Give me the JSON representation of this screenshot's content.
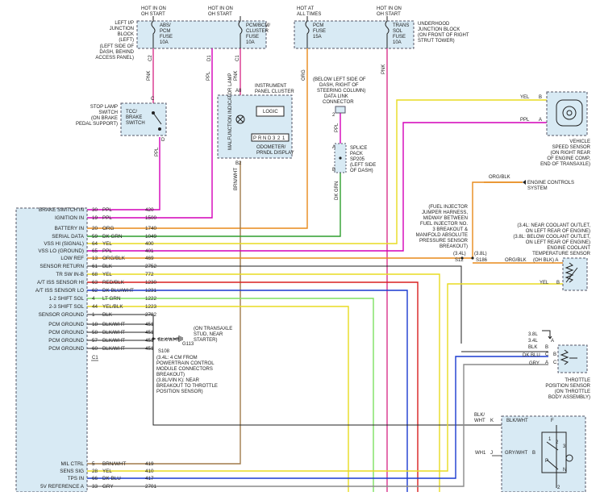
{
  "fuses": {
    "abs": {
      "hot": [
        "HOT IN ON",
        "OH START"
      ],
      "lines": [
        "ABS/",
        "PCM",
        "FUSE",
        "10A"
      ]
    },
    "cluster": {
      "hot": [
        "HOT IN ON",
        "OH START"
      ],
      "lines": [
        "PCM/BCM/",
        "CLUSTER",
        "FUSE",
        "10A"
      ]
    },
    "pcm": {
      "hot": [
        "HOT AT",
        "ALL TIMES"
      ],
      "lines": [
        "PCM",
        "FUSE",
        "15A"
      ]
    },
    "trans": {
      "hot": [
        "HOT IN ON",
        "OH START"
      ],
      "lines": [
        "TRANS",
        "SOL",
        "FUSE",
        "10A"
      ]
    }
  },
  "lip_block": [
    "LEFT I/P",
    "JUNCTION",
    "BLOCK",
    "(LEFT)",
    "(LEFT SIDE OF",
    "DASH, BEHIND",
    "ACCESS PANEL)"
  ],
  "underhood_block": [
    "UNDERHOOD",
    "JUNCTION BLOCK",
    "(ON FRONT OF RIGHT",
    "STRUT TOWER)"
  ],
  "fuse_pins": {
    "c2": "C2",
    "d1": "D1",
    "c1": "C1"
  },
  "colors": {
    "pnk": "PNK",
    "ppl": "PPL",
    "org": "ORG",
    "brn_wht": "BRN/WHT",
    "dk_grn": "DK GRN"
  },
  "stop_lamp": [
    "STOP LAMP",
    "SWITCH",
    "(ON BRAKE",
    "PEDAL SUPPORT)"
  ],
  "tcc": [
    "TCC/",
    "BRAKE",
    "SWITCH"
  ],
  "tcc_pins": {
    "c": "C",
    "d": "D"
  },
  "cluster_label": [
    "INSTRUMENT",
    "PANEL CLUSTER"
  ],
  "cluster_pins": {
    "a8": "A8",
    "b2": "B2"
  },
  "mil_label": "MALFUNCTION INDICATOR LAMP",
  "logic": "LOGIC",
  "prndl": [
    "P",
    "R",
    "N",
    "D",
    "3",
    "2",
    "1"
  ],
  "odometer": [
    "ODOMETER/",
    "PRNDL DISPLAY"
  ],
  "dlc_label": [
    "(BELOW LEFT SIDE OF",
    "DASH, RIGHT OF",
    "STEERING COLUMN)",
    "DATA LINK",
    "CONNECTOR"
  ],
  "dlc_pin": "2",
  "splice": [
    "SPLICE",
    "PACK",
    "SP205",
    "(LEFT SIDE",
    "OF DASH)"
  ],
  "splice_pins": {
    "a": "A",
    "b": "B"
  },
  "vss": {
    "label": [
      "VEHICLE",
      "SPEED SENSOR",
      "(ON RIGHT REAR",
      "OF ENGINE COMP,",
      "END OF TRANSAXLE)"
    ],
    "yel": "YEL",
    "b": "B",
    "ppl": "PPL",
    "a": "A"
  },
  "ecs": {
    "wire": "ORG/BLK",
    "label": [
      "ENGINE CONTROLS",
      "SYSTEM"
    ]
  },
  "fuel_inj": [
    "(FUEL INJECTOR",
    "JUMPER HARNESS,",
    "MIDWAY BETWEEN",
    "FUEL INJECTOR NO.",
    "3 BREAKOUT &",
    "MANIFOLD ABSOLUTE",
    "PRESSURE SENSOR",
    "BREAKOUT)"
  ],
  "s12": [
    "(3.4L)",
    "S12"
  ],
  "s186": [
    "(3.8L)",
    "S186"
  ],
  "ect": {
    "label": [
      "(3.4L: NEAR COOLANT OUTLET,",
      "ON LEFT REAR OF ENGINE)",
      "(3.8L: BELOW COOLANT OUTLET,",
      "ON LEFT REAR OF ENGINE)",
      "ENGINE COOLANT",
      "TEMPERATURE SENSOR"
    ],
    "wire1": "ORG/BLK",
    "pin1": "(OH BLK) A",
    "wire2": "YEL",
    "pin2": "B"
  },
  "tps": {
    "eng1": "3.8L",
    "eng2": "3.4L",
    "blk": "BLK",
    "dkblu": "DK BLU",
    "gry": "GRY",
    "pa": "A",
    "pb": "B",
    "pc": "C",
    "pb2": "B",
    "pc2": "C",
    "pa2": "A",
    "label": [
      "THROTTLE",
      "POSITION SENSOR",
      "(ON THROTTLE",
      "BODY ASSEMBLY)"
    ]
  },
  "pcm_rows": [
    {
      "name": "BRAKE SWITCH IN",
      "pin": "30",
      "color": "PPL",
      "circuit": "420"
    },
    {
      "name": "IGNITION IN",
      "pin": "19",
      "color": "PPL",
      "circuit": "1500"
    },
    {
      "name": "BATTERY IN",
      "pin": "20",
      "color": "ORG",
      "circuit": "1740"
    },
    {
      "name": "SERIAL DATA",
      "pin": "59",
      "color": "DK GRN",
      "circuit": "1049"
    },
    {
      "name": "VSS HI (SIGNAL)",
      "pin": "64",
      "color": "YEL",
      "circuit": "400"
    },
    {
      "name": "VSS LO (GROUND)",
      "pin": "65",
      "color": "PPL",
      "circuit": "401"
    },
    {
      "name": "LOW REF",
      "pin": "13",
      "color": "ORG/BLK",
      "circuit": "469"
    },
    {
      "name": "SENSOR RETURN",
      "pin": "61",
      "color": "BLK",
      "circuit": "2752"
    },
    {
      "name": "TR SW IN-B",
      "pin": "68",
      "color": "YEL",
      "circuit": "772"
    },
    {
      "name": "A/T ISS SENSOR HI",
      "pin": "63",
      "color": "RED/BLK",
      "circuit": "1230"
    },
    {
      "name": "A/T ISS SENSOR LO",
      "pin": "62",
      "color": "DK BLU/WHT",
      "circuit": "1231"
    },
    {
      "name": "1-2 SHIFT SOL",
      "pin": "4",
      "color": "LT GRN",
      "circuit": "1222"
    },
    {
      "name": "2-3 SHIFT SOL",
      "pin": "44",
      "color": "YEL/BLK",
      "circuit": "1223"
    },
    {
      "name": "SENSOR GROUND",
      "pin": "1",
      "color": "BLK",
      "circuit": "2782"
    },
    {
      "name": "PCM GROUND",
      "pin": "18",
      "color": "BLK/WHT",
      "circuit": "451"
    },
    {
      "name": "PCM GROUND",
      "pin": "58",
      "color": "BLK/WHT",
      "circuit": "451"
    },
    {
      "name": "PCM GROUND",
      "pin": "57",
      "color": "BLK/WHT",
      "circuit": "451"
    },
    {
      "name": "PCM GROUND",
      "pin": "60",
      "color": "BLK/WHT",
      "circuit": "451"
    }
  ],
  "pcm_c1": "C1",
  "pcm_bottom_rows": [
    {
      "name": "MIL CTRL",
      "pin": "5",
      "color": "BRN/WHT",
      "circuit": "419"
    },
    {
      "name": "SENS SIG",
      "pin": "28",
      "color": "YEL",
      "circuit": "410"
    },
    {
      "name": "TPS IN",
      "pin": "66",
      "color": "DK BLU",
      "circuit": "417"
    },
    {
      "name": "5V REFERENCE A",
      "pin": "33",
      "color": "GRY",
      "circuit": "2701"
    }
  ],
  "ground": {
    "wire": "BLK/WHT",
    "s108": "S108",
    "g113": "G113",
    "stud": [
      "(ON TRANSAXLE",
      "STUD, NEAR",
      "STARTER)"
    ],
    "note": [
      "(3.4L: 4 CM FROM",
      "POWERTRAIN CONTROL",
      "MODULE CONNECTORS",
      "BREAKOUT)",
      "(3.8L/VIN K): NEAR",
      "BREAKOUT TO THROTTLE",
      "POSITION SENSOR)"
    ]
  },
  "trs": {
    "blk_wht1": "BLK/",
    "blk_wht2": "WHT",
    "k": "K",
    "blk_wht_f": "BLK/WHT",
    "f": "F",
    "wh1": "WH1",
    "j": "J",
    "gry_wht": "GRY/WHT",
    "b": "B",
    "p": "P",
    "n": "N",
    "one": "1",
    "two": "2",
    "three": "3",
    "two_b": "2"
  },
  "wire_colors": {
    "pnk": "#d9338c",
    "magenta": "#d400b8",
    "orange": "#e88a1a",
    "brown": "#a07a4a",
    "green": "#2e9e2e",
    "yellow": "#e8dc20",
    "blue": "#1a3ad0",
    "red": "#d82020",
    "ltgreen": "#7ee060",
    "gray": "#8a8a8a",
    "black": "#222222",
    "box": "#d8eaf4"
  }
}
